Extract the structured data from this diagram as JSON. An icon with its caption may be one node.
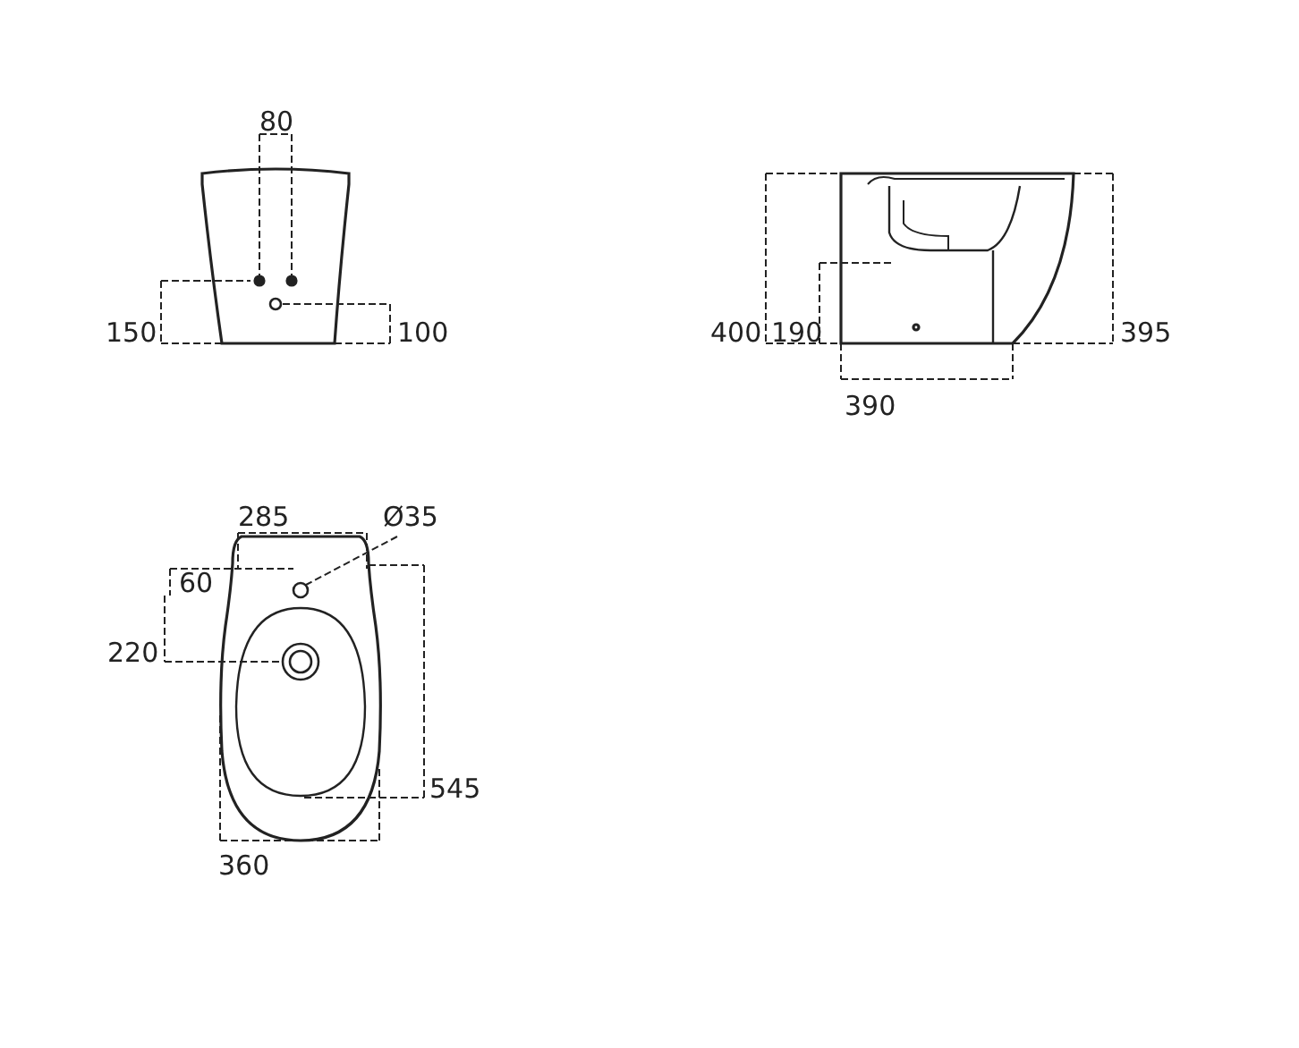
{
  "diagram": {
    "nodes": [
      {
        "text": [
          "Ø35"
        ]
      },
      {
        "text": [],
        "shape": "circle"
      }
    ],
    "edges": [
      {
        "from": 0,
        "to": 1,
        "arrow": "none",
        "style": "dashed"
      }
    ],
    "labels": [
      "80",
      "150",
      "100",
      "400",
      "190",
      "395",
      "390",
      "285",
      "60",
      "220",
      "545",
      "360"
    ]
  }
}
